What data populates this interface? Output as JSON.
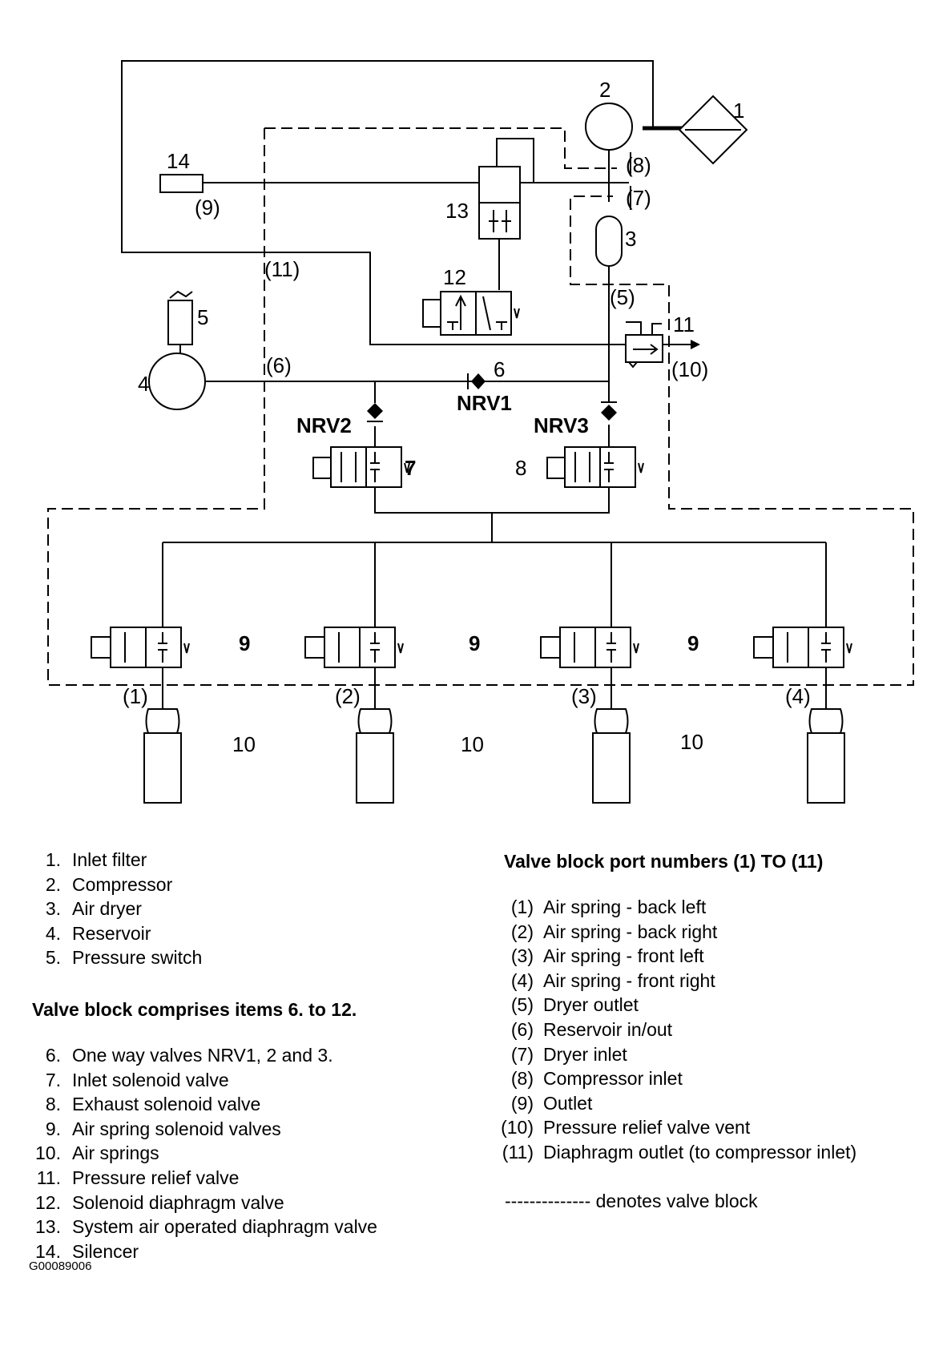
{
  "diagram_labels": {
    "c1": "1",
    "c2": "2",
    "c3": "3",
    "c4": "4",
    "c5": "5",
    "c6": "6",
    "c7": "7",
    "c8": "8",
    "c9a": "9",
    "c9b": "9",
    "c9c": "9",
    "c10a": "10",
    "c10b": "10",
    "c10c": "10",
    "c11": "11",
    "c12": "12",
    "c13": "13",
    "c14": "14",
    "p1": "(1)",
    "p2": "(2)",
    "p3": "(3)",
    "p4": "(4)",
    "p5": "(5)",
    "p6": "(6)",
    "p7": "(7)",
    "p8": "(8)",
    "p9": "(9)",
    "p10": "(10)",
    "p11": "(11)",
    "nrv1": "NRV1",
    "nrv2": "NRV2",
    "nrv3": "NRV3"
  },
  "components_legend": [
    {
      "num": "1.",
      "text": "Inlet filter"
    },
    {
      "num": "2.",
      "text": "Compressor"
    },
    {
      "num": "3.",
      "text": "Air dryer"
    },
    {
      "num": "4.",
      "text": "Reservoir"
    },
    {
      "num": "5.",
      "text": "Pressure switch"
    }
  ],
  "valve_block_heading": "Valve block comprises items 6. to 12.",
  "valve_block_legend": [
    {
      "num": "6.",
      "text": "One way valves NRV1, 2 and 3."
    },
    {
      "num": "7.",
      "text": "Inlet solenoid valve"
    },
    {
      "num": "8.",
      "text": "Exhaust solenoid valve"
    },
    {
      "num": "9.",
      "text": "Air spring solenoid valves"
    },
    {
      "num": "10.",
      "text": "Air springs"
    },
    {
      "num": "11.",
      "text": "Pressure relief valve"
    },
    {
      "num": "12.",
      "text": "Solenoid diaphragm valve"
    },
    {
      "num": "13.",
      "text": "System air operated diaphragm valve"
    },
    {
      "num": "14.",
      "text": "Silencer"
    }
  ],
  "ports_heading": "Valve block port numbers (1) TO (11)",
  "ports_legend": [
    {
      "num": "(1)",
      "text": "Air spring - back left"
    },
    {
      "num": "(2)",
      "text": "Air spring - back right"
    },
    {
      "num": "(3)",
      "text": "Air spring - front left"
    },
    {
      "num": "(4)",
      "text": "Air spring - front right"
    },
    {
      "num": "(5)",
      "text": "Dryer outlet"
    },
    {
      "num": "(6)",
      "text": "Reservoir in/out"
    },
    {
      "num": "(7)",
      "text": "Dryer inlet"
    },
    {
      "num": "(8)",
      "text": "Compressor inlet"
    },
    {
      "num": "(9)",
      "text": "Outlet"
    },
    {
      "num": "(10)",
      "text": "Pressure relief valve vent"
    },
    {
      "num": "(11)",
      "text": "Diaphragm outlet (to compressor inlet)"
    }
  ],
  "dash_note": "-------------- denotes valve block",
  "figure_code": "G00089006"
}
